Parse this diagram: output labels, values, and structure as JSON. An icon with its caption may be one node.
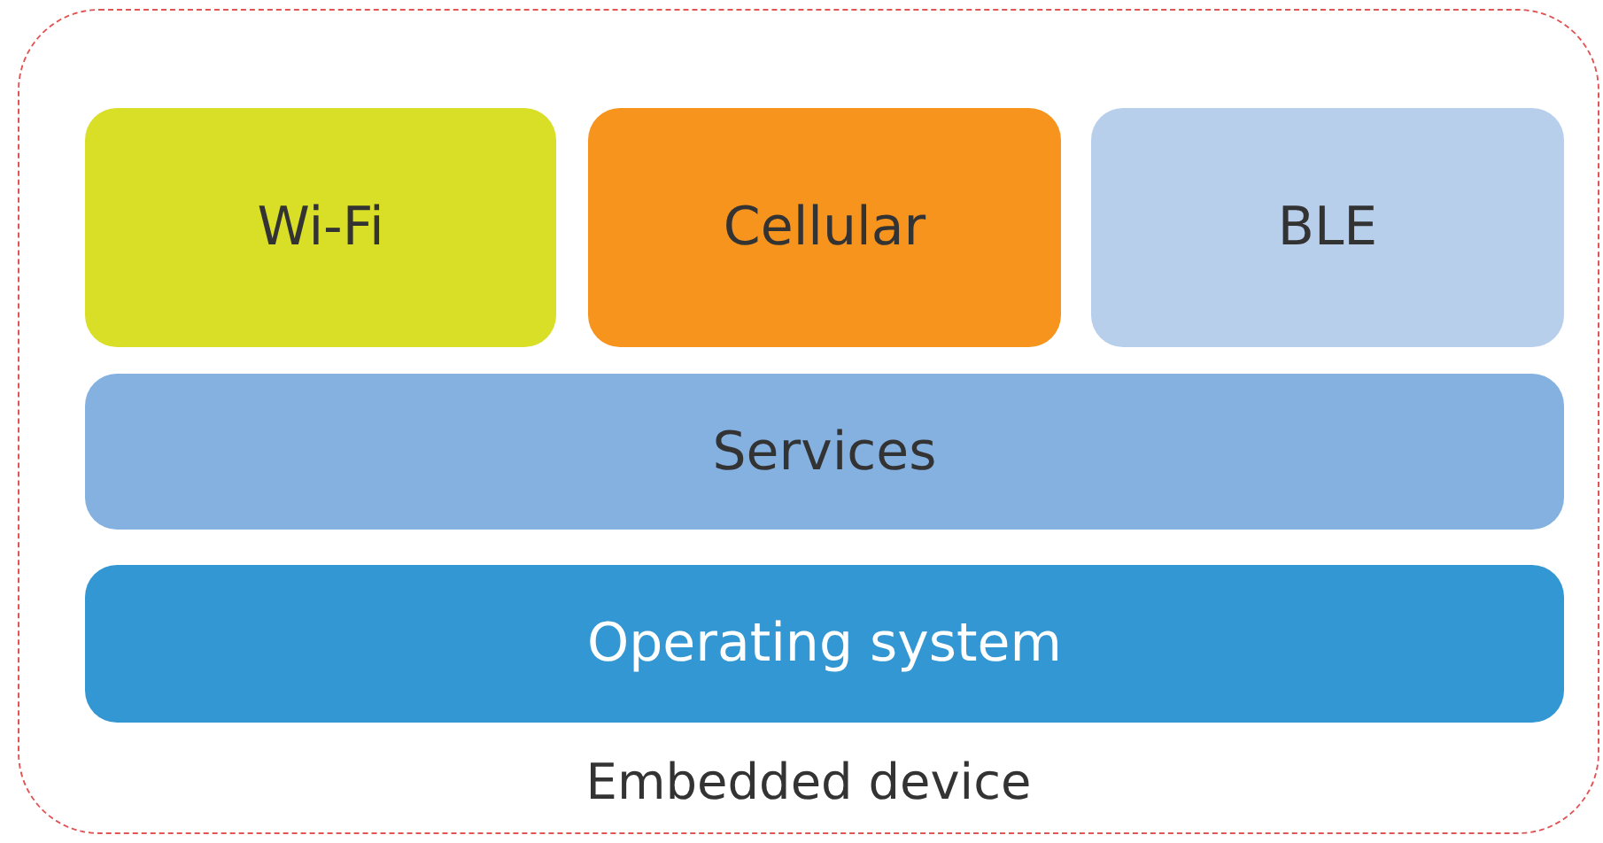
{
  "diagram": {
    "nodes": [
      {
        "text": [
          "Embedded device"
        ]
      },
      {
        "text": [
          "Wi-Fi"
        ],
        "in": 0
      },
      {
        "text": [
          "Cellular"
        ],
        "in": 0
      },
      {
        "text": [
          "BLE"
        ],
        "in": 0
      },
      {
        "text": [
          "Services"
        ],
        "in": 0
      },
      {
        "text": [
          "Operating system"
        ],
        "in": 0
      }
    ]
  }
}
